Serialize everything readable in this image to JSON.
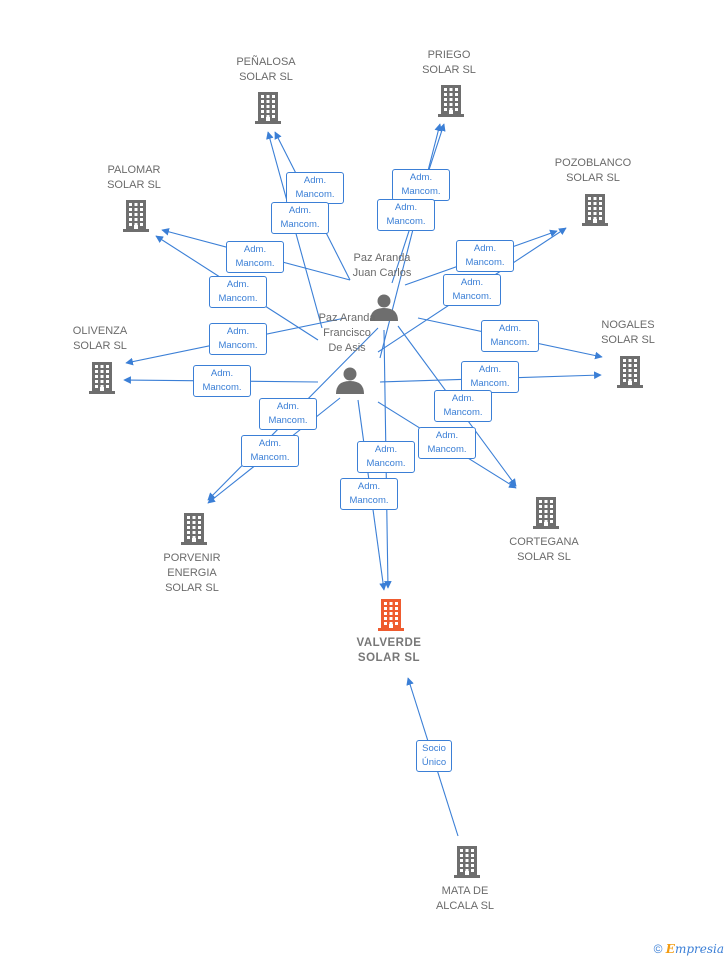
{
  "colors": {
    "edge": "#3b7fd6",
    "company": "#6e6e6e",
    "focus": "#ef5b2f",
    "person": "#6e6e6e"
  },
  "nodes": [
    {
      "id": "penalosa",
      "kind": "company",
      "label": "PEÑALOSA\nSOLAR SL",
      "icon": "building-icon"
    },
    {
      "id": "priego",
      "kind": "company",
      "label": "PRIEGO\nSOLAR SL",
      "icon": "building-icon"
    },
    {
      "id": "pozoblanco",
      "kind": "company",
      "label": "POZOBLANCO\nSOLAR SL",
      "icon": "building-icon"
    },
    {
      "id": "palomar",
      "kind": "company",
      "label": "PALOMAR\nSOLAR SL",
      "icon": "building-icon"
    },
    {
      "id": "olivenza",
      "kind": "company",
      "label": "OLIVENZA\nSOLAR SL",
      "icon": "building-icon"
    },
    {
      "id": "nogales",
      "kind": "company",
      "label": "NOGALES\nSOLAR SL",
      "icon": "building-icon"
    },
    {
      "id": "porvenir",
      "kind": "company",
      "label": "PORVENIR\nENERGIA\nSOLAR SL",
      "icon": "building-icon"
    },
    {
      "id": "cortegana",
      "kind": "company",
      "label": "CORTEGANA\nSOLAR SL",
      "icon": "building-icon"
    },
    {
      "id": "valverde",
      "kind": "focus",
      "label": "VALVERDE\nSOLAR SL",
      "icon": "building-icon"
    },
    {
      "id": "mata",
      "kind": "company",
      "label": "MATA DE\nALCALA SL",
      "icon": "building-icon"
    },
    {
      "id": "juancarlos",
      "kind": "person",
      "label": "Paz Aranda\nJuan Carlos",
      "icon": "person-icon"
    },
    {
      "id": "francisco",
      "kind": "person",
      "label": "Paz Aranda\nFrancisco\nDe Asis",
      "icon": "person-icon"
    }
  ],
  "edges": [
    {
      "from": "juancarlos",
      "to": "penalosa",
      "label": "Adm.\nMancom."
    },
    {
      "from": "francisco",
      "to": "penalosa",
      "label": "Adm.\nMancom."
    },
    {
      "from": "juancarlos",
      "to": "priego",
      "label": "Adm.\nMancom."
    },
    {
      "from": "francisco",
      "to": "priego",
      "label": "Adm.\nMancom."
    },
    {
      "from": "juancarlos",
      "to": "pozoblanco",
      "label": "Adm.\nMancom."
    },
    {
      "from": "francisco",
      "to": "pozoblanco",
      "label": "Adm.\nMancom."
    },
    {
      "from": "juancarlos",
      "to": "palomar",
      "label": "Adm.\nMancom."
    },
    {
      "from": "francisco",
      "to": "palomar",
      "label": "Adm.\nMancom."
    },
    {
      "from": "juancarlos",
      "to": "olivenza",
      "label": "Adm.\nMancom."
    },
    {
      "from": "francisco",
      "to": "olivenza",
      "label": "Adm.\nMancom."
    },
    {
      "from": "juancarlos",
      "to": "nogales",
      "label": "Adm.\nMancom."
    },
    {
      "from": "francisco",
      "to": "nogales",
      "label": "Adm.\nMancom."
    },
    {
      "from": "juancarlos",
      "to": "porvenir",
      "label": "Adm.\nMancom."
    },
    {
      "from": "francisco",
      "to": "porvenir",
      "label": "Adm.\nMancom."
    },
    {
      "from": "juancarlos",
      "to": "cortegana",
      "label": "Adm.\nMancom."
    },
    {
      "from": "francisco",
      "to": "cortegana",
      "label": "Adm.\nMancom."
    },
    {
      "from": "juancarlos",
      "to": "valverde",
      "label": "Adm.\nMancom."
    },
    {
      "from": "francisco",
      "to": "valverde",
      "label": "Adm.\nMancom."
    },
    {
      "from": "mata",
      "to": "valverde",
      "label": "Socio\nÚnico"
    }
  ],
  "watermark": {
    "symbol": "©",
    "brand_initial": "E",
    "brand_rest": "mpresia"
  }
}
